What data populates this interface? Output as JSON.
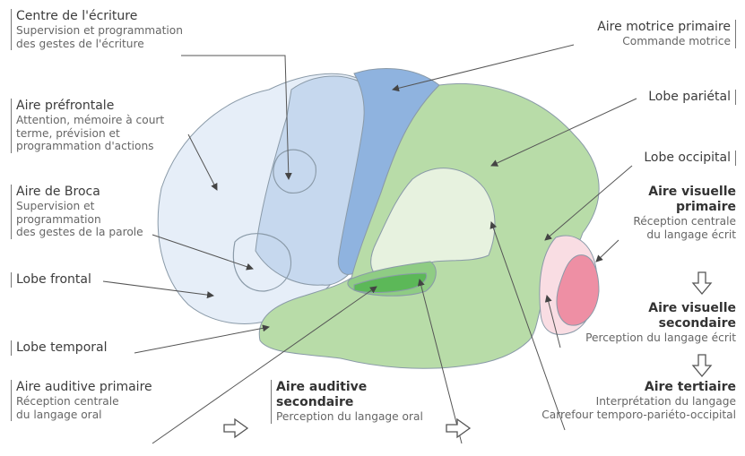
{
  "labels": {
    "centre_ecriture": {
      "title": "Centre de l'écriture",
      "sub": "Supervision et programmation\ndes gestes de l'écriture"
    },
    "aire_prefrontale": {
      "title": "Aire préfrontale",
      "sub": "Attention, mémoire à court\nterme, prévision et\nprogrammation d'actions"
    },
    "aire_broca": {
      "title": "Aire de Broca",
      "sub": "Supervision et\nprogrammation\ndes gestes de la parole"
    },
    "lobe_frontal": {
      "title": "Lobe frontal"
    },
    "lobe_temporal": {
      "title": "Lobe temporal"
    },
    "aire_auditive_primaire": {
      "title": "Aire auditive primaire",
      "sub": "Réception centrale\ndu langage oral"
    },
    "aire_auditive_secondaire": {
      "title": "Aire auditive\nsecondaire",
      "sub": "Perception du langage oral"
    },
    "aire_motrice": {
      "title": "Aire motrice primaire",
      "sub": "Commande motrice"
    },
    "lobe_parietal": {
      "title": "Lobe pariétal"
    },
    "lobe_occipital": {
      "title": "Lobe occipital"
    },
    "aire_visuelle_primaire": {
      "title": "Aire visuelle\nprimaire",
      "sub": "Réception centrale\ndu langage écrit"
    },
    "aire_visuelle_secondaire": {
      "title": "Aire visuelle\nsecondaire",
      "sub": "Perception du langage écrit"
    },
    "aire_tertiaire": {
      "title": "Aire tertiaire",
      "sub": "Interprétation du langage\nCarrefour temporo-pariéto-occipital"
    }
  },
  "colors": {
    "frontal": "#e6eef8",
    "premotor": "#c6d8ee",
    "motor": "#8fb3df",
    "green": "#b8dca8",
    "tertiary": "#e7f2df",
    "auditory_secondary": "#8fcc84",
    "auditory_primary": "#5cb858",
    "visual_secondary": "#f9dde3",
    "visual_primary": "#ee8fa4",
    "outline": "#8a9aa8"
  }
}
